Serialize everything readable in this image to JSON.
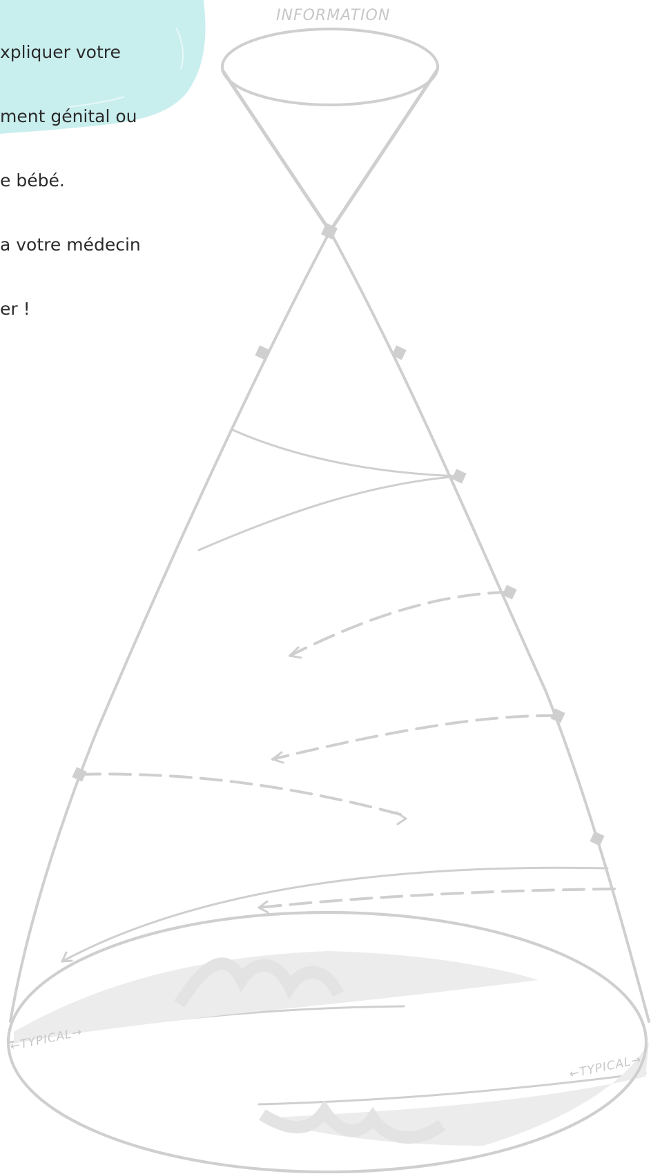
{
  "callout": {
    "lines": [
      "xpliquer votre",
      "ment génital ou",
      "e bébé.",
      "a votre médecin",
      "er !"
    ],
    "background_color": "#c9eeee"
  },
  "diagram": {
    "top_label": "INFORMATION",
    "typical_left": "←TYPICAL→",
    "typical_right": "←TYPICAL→",
    "line_color": "#cfcfcf"
  }
}
